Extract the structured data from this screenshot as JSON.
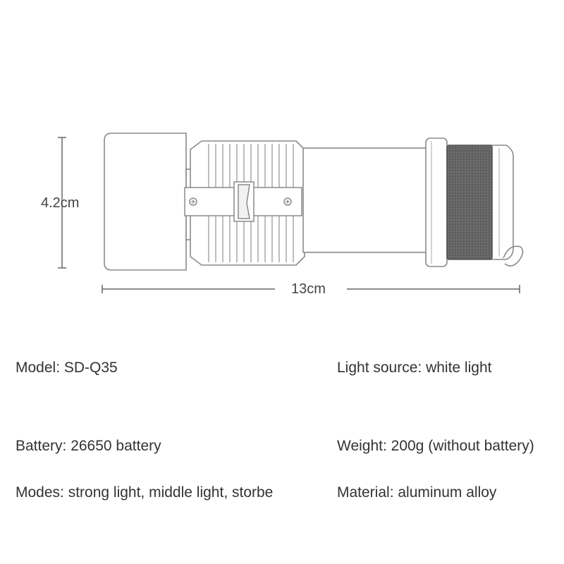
{
  "dimensions": {
    "height_label": "4.2cm",
    "length_label": "13cm"
  },
  "specs": {
    "model": "Model: SD-Q35",
    "light_source": "Light source: white light",
    "battery": "Battery: 26650 battery",
    "weight": "Weight: 200g (without battery)",
    "modes": "Modes: strong light, middle light, storbe",
    "material": "Material: aluminum alloy"
  },
  "colors": {
    "outline": "#888888",
    "knurl": "#555555"
  }
}
